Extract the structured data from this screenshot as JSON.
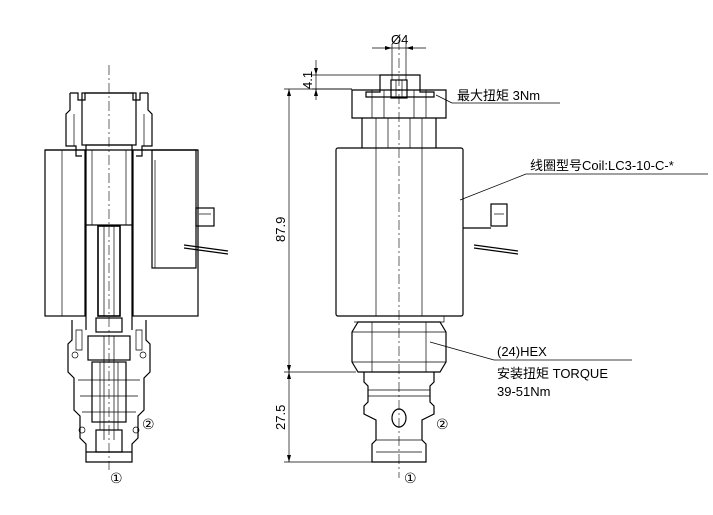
{
  "left_view": {
    "port_2": "②",
    "port_1": "①"
  },
  "right_view": {
    "dim_bore": "Ø4",
    "dim_top": "4.1",
    "dim_total": "87.9",
    "dim_cartridge": "27.5",
    "nut_torque": "最大扭矩 3Nm",
    "coil_model": "线圈型号Coil:LC3-10-C-*",
    "hex_size": "(24)HEX",
    "install_torque": "安装扭矩 TORQUE",
    "torque_value": "39-51Nm",
    "port_2": "②",
    "port_1": "①"
  }
}
